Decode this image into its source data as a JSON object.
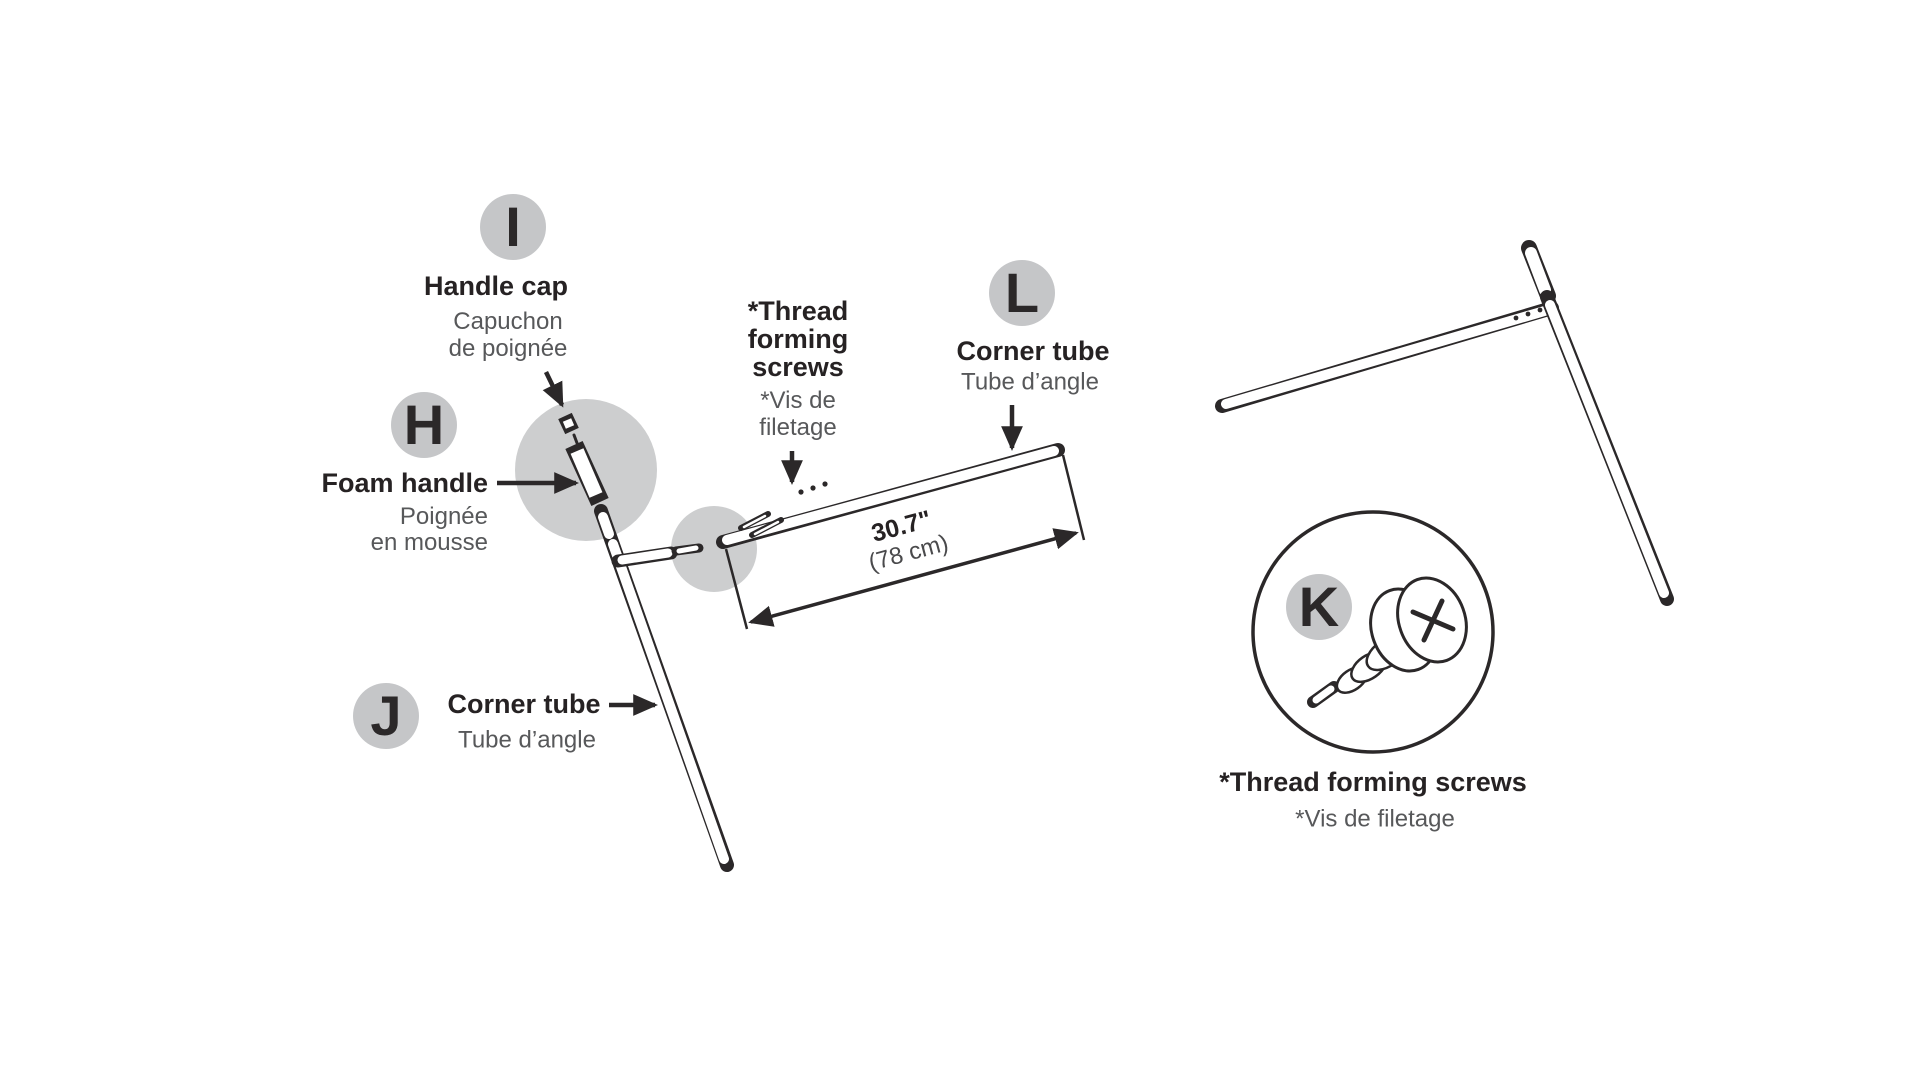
{
  "page": {
    "background": "#ffffff"
  },
  "colors": {
    "ink": "#2b2829",
    "muted_text": "#57585a",
    "badge_bg": "#c5c6c8",
    "highlight_bg": "#cdcecf"
  },
  "parts": {
    "i": {
      "letter": "I",
      "label_en": "Handle cap",
      "label_fr_line1": "Capuchon",
      "label_fr_line2": "de poignée"
    },
    "h": {
      "letter": "H",
      "label_en": "Foam handle",
      "label_fr_line1": "Poignée",
      "label_fr_line2": "en mousse"
    },
    "j": {
      "letter": "J",
      "label_en": "Corner tube",
      "label_fr": "Tube d’angle"
    },
    "l": {
      "letter": "L",
      "label_en": "Corner tube",
      "label_fr": "Tube d’angle"
    },
    "k": {
      "letter": "K",
      "caption_en": "*Thread forming screws",
      "caption_fr": "*Vis de filetage"
    }
  },
  "callouts": {
    "thread_screws": {
      "en_line1": "*Thread",
      "en_line2": "forming",
      "en_line3": "screws",
      "fr_line1": "*Vis de",
      "fr_line2": "filetage"
    }
  },
  "dimension": {
    "imperial": "30.7\"",
    "metric": "(78 cm)"
  }
}
